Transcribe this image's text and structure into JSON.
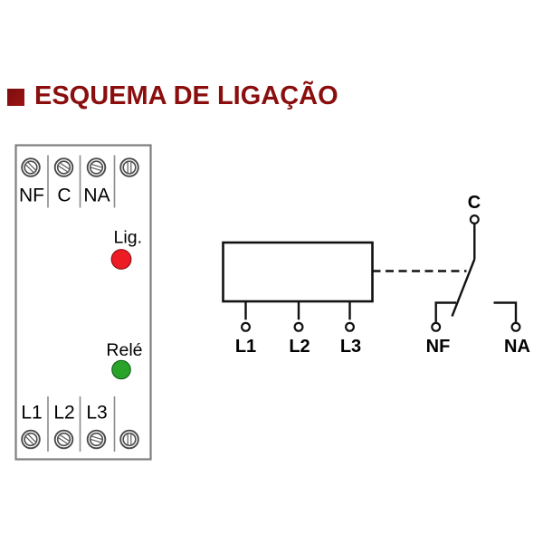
{
  "title": {
    "text": "ESQUEMA DE LIGAÇÃO",
    "color": "#8b0e0e",
    "bullet_icon": "square-bullet"
  },
  "device_front_view": {
    "top_terminals": {
      "labels": [
        "NF",
        "C",
        "NA"
      ],
      "screw_count": 4
    },
    "bottom_terminals": {
      "labels": [
        "L1",
        "L2",
        "L3"
      ],
      "screw_count": 4
    },
    "power_led": {
      "label": "Lig.",
      "color": "#ed1c24"
    },
    "relay_led": {
      "label": "Relé",
      "color": "#2aa32b"
    }
  },
  "wiring_schematic": {
    "phase_terminals": [
      "L1",
      "L2",
      "L3"
    ],
    "relay_contacts": {
      "common": "C",
      "normally_closed": "NF",
      "normally_open": "NA"
    },
    "line_color": "#111111"
  }
}
